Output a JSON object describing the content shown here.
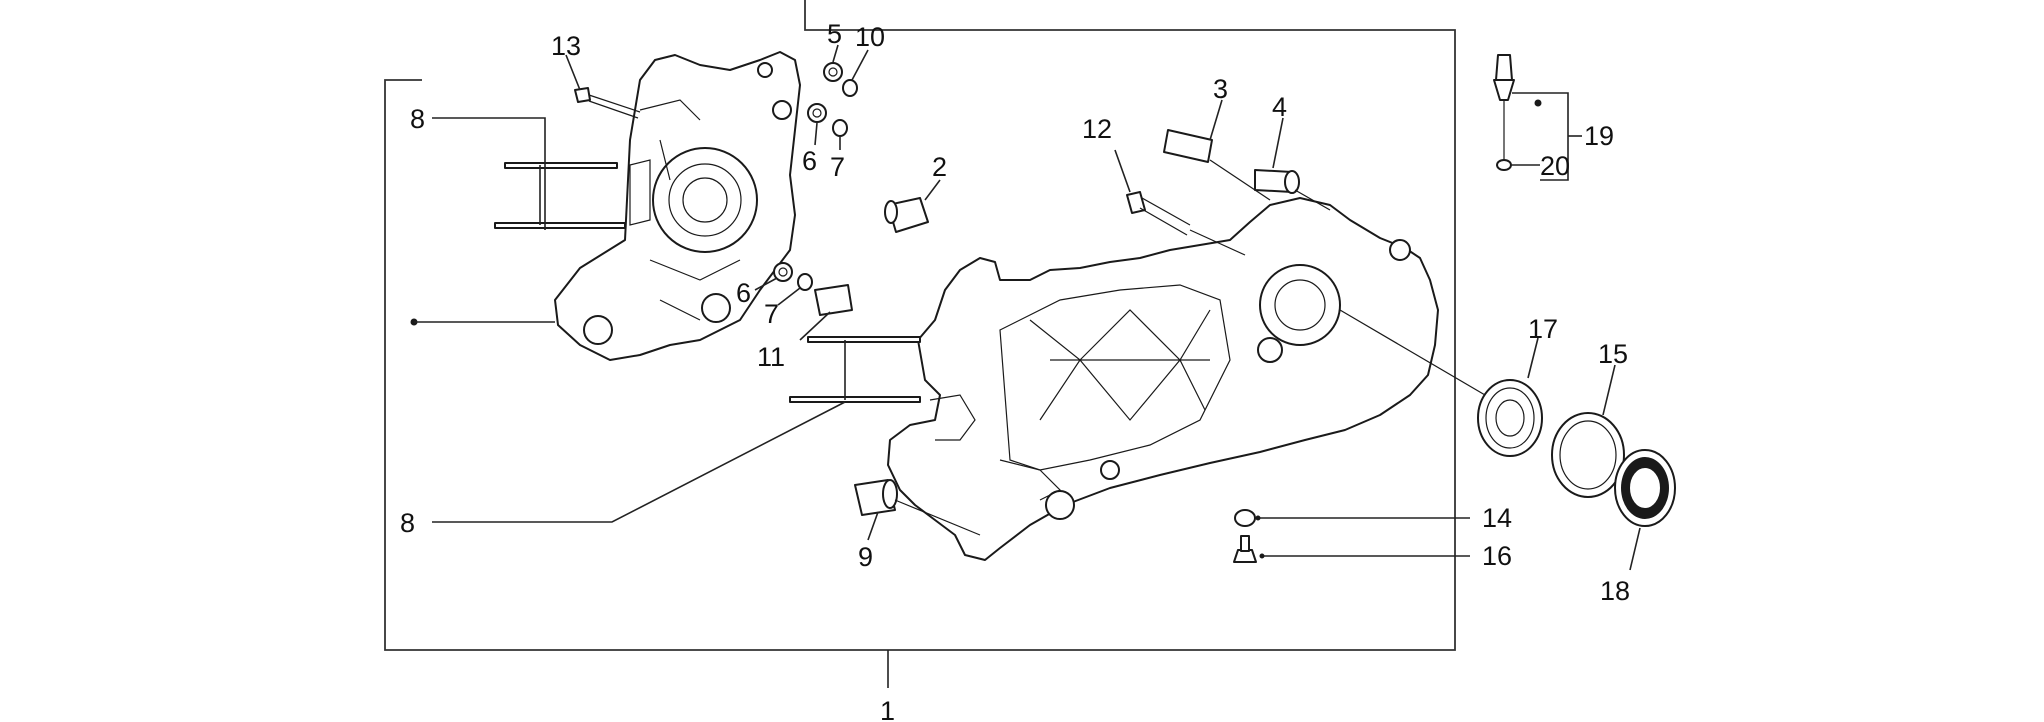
{
  "diagram": {
    "labels": {
      "p1": "1",
      "p2": "2",
      "p3": "3",
      "p4": "4",
      "p5": "5",
      "p6a": "6",
      "p6b": "6",
      "p7a": "7",
      "p7b": "7",
      "p8a": "8",
      "p8b": "8",
      "p9": "9",
      "p10": "10",
      "p11": "11",
      "p12": "12",
      "p13": "13",
      "p14": "14",
      "p15": "15",
      "p16": "16",
      "p17": "17",
      "p18": "18",
      "p19": "19",
      "p20": "20"
    },
    "colors": {
      "line": "#222222",
      "background": "#ffffff"
    }
  }
}
